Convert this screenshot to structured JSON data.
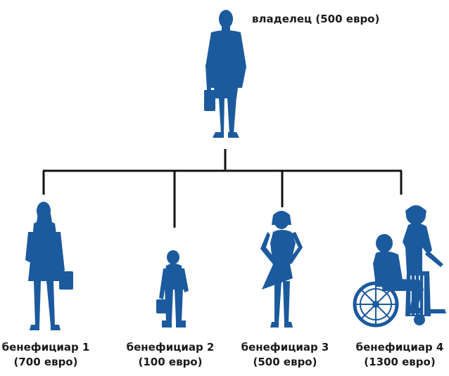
{
  "colors": {
    "figure": "#1c5a9e",
    "line": "#111111",
    "text": "#1a1a1a"
  },
  "owner": {
    "label": "владелец (500 евро)"
  },
  "beneficiaries": [
    {
      "name": "бенефициар 1",
      "amount": "(700 евро)",
      "figure": "woman-with-briefcase"
    },
    {
      "name": "бенефициар 2",
      "amount": "(100 евро)",
      "figure": "child-with-bag"
    },
    {
      "name": "бенефициар 3",
      "amount": "(500 евро)",
      "figure": "woman-posing"
    },
    {
      "name": "бенефициар 4",
      "amount": "(1300 евро)",
      "figure": "wheelchair-user-and-caregiver"
    }
  ]
}
